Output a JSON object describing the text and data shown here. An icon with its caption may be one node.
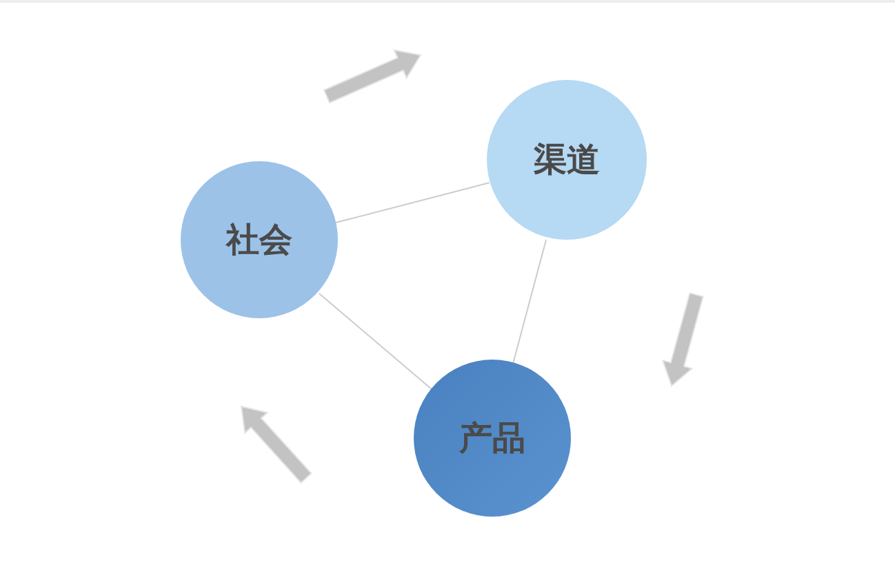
{
  "diagram": {
    "nodes": [
      {
        "text": [
          "渠道"
        ]
      },
      {
        "text": [
          "社会"
        ]
      },
      {
        "text": [
          "产品"
        ]
      }
    ],
    "edges": [
      {
        "from": 1,
        "to": 0,
        "arrow": "none"
      },
      {
        "from": 0,
        "to": 2,
        "arrow": "none"
      },
      {
        "from": 2,
        "to": 1,
        "arrow": "none"
      }
    ]
  }
}
